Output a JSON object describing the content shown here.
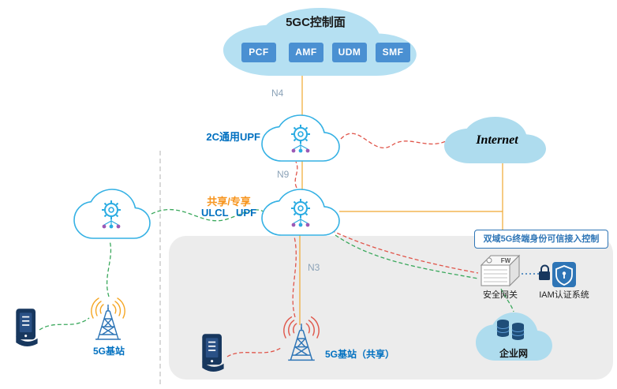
{
  "colors": {
    "cloud_fill": "#b5e0f2",
    "cloud_outline": "#35b1e4",
    "nf_box": "#4a90d2",
    "orange_line": "#f0a830",
    "red_line": "#e0554a",
    "green_line": "#3aa85c",
    "label_blue": "#0070c0",
    "label_orange": "#f7941d",
    "access_blue": "#2e75b6"
  },
  "control_plane": {
    "title": "5GC控制面",
    "nfs": [
      "PCF",
      "AMF",
      "UDM",
      "SMF"
    ]
  },
  "interfaces": {
    "n4": "N4",
    "n9": "N9",
    "n3": "N3"
  },
  "upf_2c": {
    "label": "2C通用UPF"
  },
  "ulcl_upf": {
    "label_top": "共享/专享",
    "label_bottom": "ULCL UPF"
  },
  "internet": {
    "label": "Internet"
  },
  "left_station": {
    "label": "5G基站"
  },
  "shared_station": {
    "label": "5G基站（共享）"
  },
  "access_control": {
    "label": "双域5G终端身份可信接入控制"
  },
  "security_gateway": {
    "label": "安全网关",
    "badge": "FW"
  },
  "iam": {
    "label": "IAM认证系统"
  },
  "enterprise": {
    "label": "企业网"
  }
}
